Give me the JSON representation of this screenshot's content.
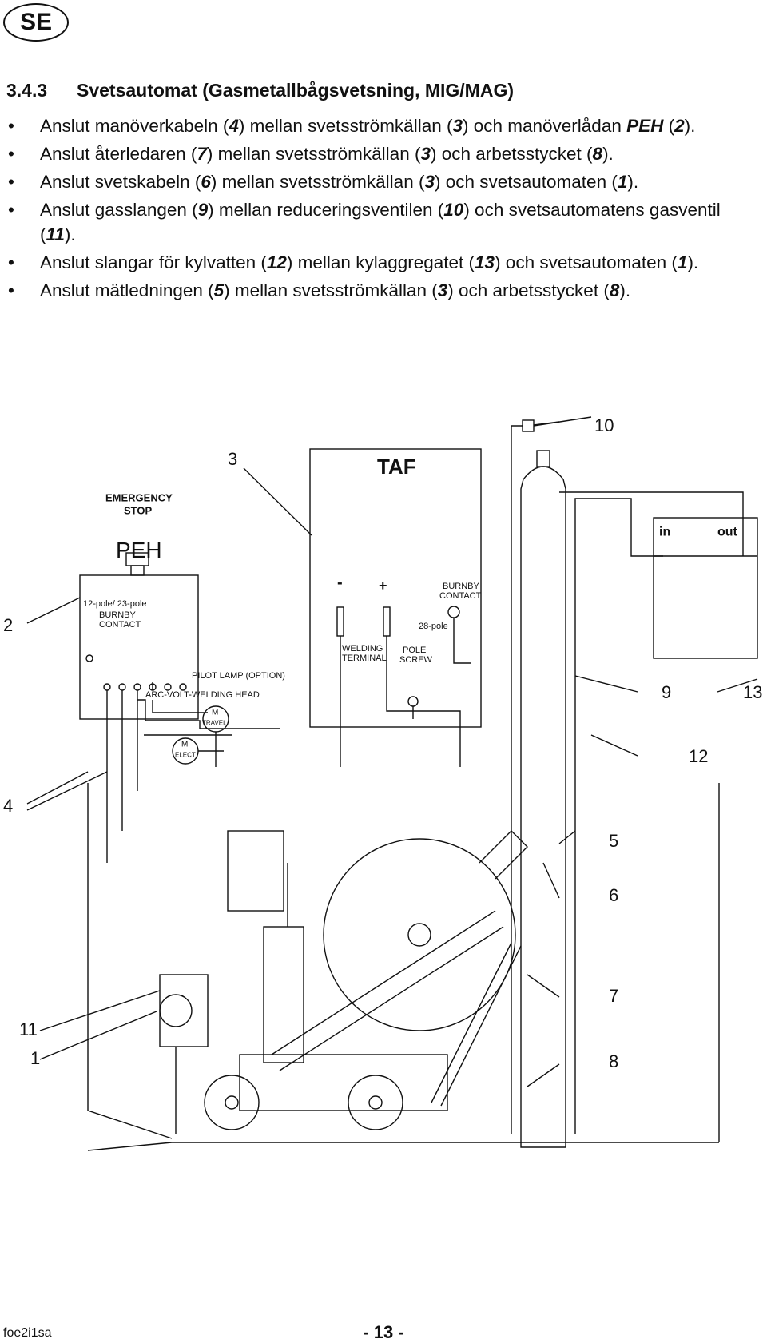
{
  "header": {
    "language_badge": "SE"
  },
  "section": {
    "number": "3.4.3",
    "title": "Svetsautomat (Gasmetallbågsvetsning, MIG/MAG)"
  },
  "bullets": [
    [
      {
        "t": "Anslut manöverkabeln ("
      },
      {
        "t": "4",
        "s": "bi"
      },
      {
        "t": ") mellan svetsströmkällan ("
      },
      {
        "t": "3",
        "s": "bi"
      },
      {
        "t": ") och manöverlådan "
      },
      {
        "t": "PEH",
        "s": "bi"
      },
      {
        "t": " ("
      },
      {
        "t": "2",
        "s": "bi"
      },
      {
        "t": ")."
      }
    ],
    [
      {
        "t": "Anslut återledaren ("
      },
      {
        "t": "7",
        "s": "bi"
      },
      {
        "t": ") mellan svetsströmkällan ("
      },
      {
        "t": "3",
        "s": "bi"
      },
      {
        "t": ") och arbetsstycket ("
      },
      {
        "t": "8",
        "s": "bi"
      },
      {
        "t": ")."
      }
    ],
    [
      {
        "t": "Anslut svetskabeln ("
      },
      {
        "t": "6",
        "s": "bi"
      },
      {
        "t": ") mellan svetsströmkällan ("
      },
      {
        "t": "3",
        "s": "bi"
      },
      {
        "t": ") och svetsautomaten ("
      },
      {
        "t": "1",
        "s": "bi"
      },
      {
        "t": ")."
      }
    ],
    [
      {
        "t": "Anslut gasslangen ("
      },
      {
        "t": "9",
        "s": "bi"
      },
      {
        "t": ") mellan reduceringsventilen ("
      },
      {
        "t": "10",
        "s": "bi"
      },
      {
        "t": ") och svetsautomatens gasventil ("
      },
      {
        "t": "11",
        "s": "bi"
      },
      {
        "t": ")."
      }
    ],
    [
      {
        "t": "Anslut slangar för kylvatten ("
      },
      {
        "t": "12",
        "s": "bi"
      },
      {
        "t": ") mellan kylaggregatet ("
      },
      {
        "t": "13",
        "s": "bi"
      },
      {
        "t": ") och svetsautomaten ("
      },
      {
        "t": "1",
        "s": "bi"
      },
      {
        "t": ")."
      }
    ],
    [
      {
        "t": "Anslut mätledningen ("
      },
      {
        "t": "5",
        "s": "bi"
      },
      {
        "t": ") mellan svetsströmkällan ("
      },
      {
        "t": "3",
        "s": "bi"
      },
      {
        "t": ") och arbetsstycket ("
      },
      {
        "t": "8",
        "s": "bi"
      },
      {
        "t": ")."
      }
    ]
  ],
  "bullet_symbol": "•",
  "diagram": {
    "callouts": {
      "c1": "1",
      "c2": "2",
      "c3": "3",
      "c4": "4",
      "c5": "5",
      "c6": "6",
      "c7": "7",
      "c8": "8",
      "c9": "9",
      "c10": "10",
      "c11": "11",
      "c12": "12",
      "c13": "13"
    },
    "taf_label": "TAF",
    "emergency_stop_line1": "EMERGENCY",
    "emergency_stop_line2": "STOP",
    "peh_label": "PEH",
    "pole_label": "12-pole/ 23-pole",
    "burnby_contact_line1": "BURNBY",
    "burnby_contact_line2": "CONTACT",
    "taf_burnby_line1": "BURNBY",
    "taf_burnby_line2": "CONTACT",
    "taf_pole_label": "28-pole",
    "minus_label": "-",
    "plus_label": "+",
    "welding_terminal_line1": "WELDING",
    "welding_terminal_line2": "TERMINAL",
    "pole_screw_line1": "POLE",
    "pole_screw_line2": "SCREW",
    "pilot_lamp_label": "PILOT LAMP (OPTION)",
    "arc_volt_label": "ARC-VOLT-WELDING   HEAD",
    "motor_travel_m": "M",
    "motor_travel_label": "TRAVEL",
    "motor_elect_m": "M",
    "motor_elect_label": "ELECT",
    "cooler_in": "in",
    "cooler_out": "out"
  },
  "footer": {
    "page_number": "- 13 -",
    "doc_code": "foe2i1sa"
  }
}
